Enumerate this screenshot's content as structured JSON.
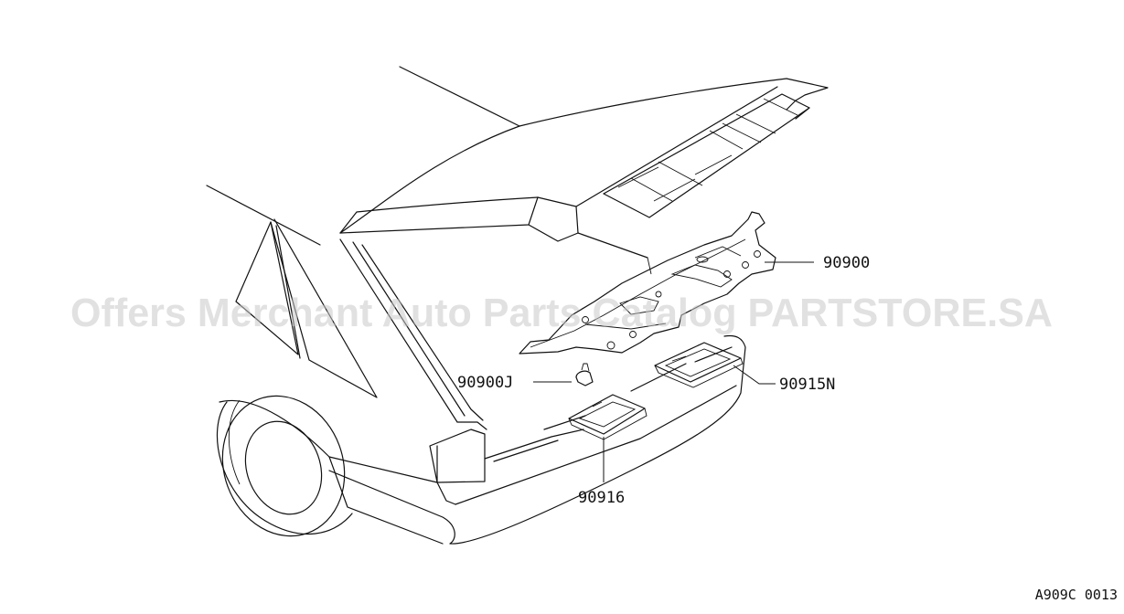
{
  "labels": {
    "trim_panel": "90900",
    "clip": "90900J",
    "finisher_right": "90915N",
    "finisher_left": "90916"
  },
  "watermark": "Offers Merchant Auto Parts Catalog PARTSTORE.SA",
  "diagram_code": "A909C 0013"
}
